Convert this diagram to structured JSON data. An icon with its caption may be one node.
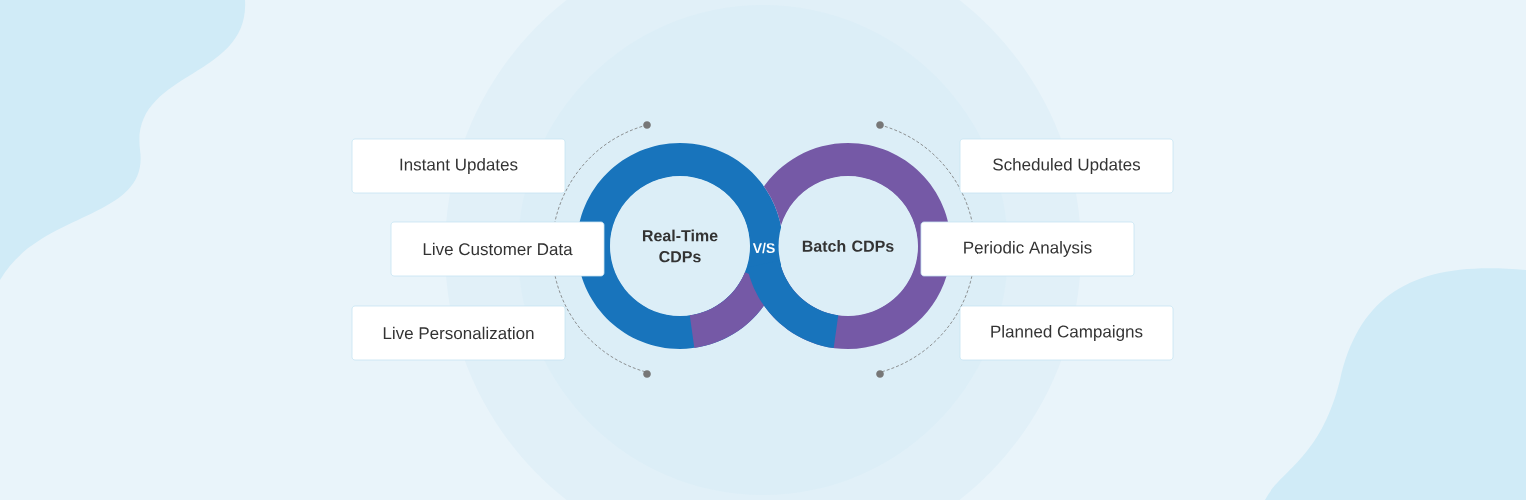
{
  "diagram": {
    "nodes": [
      {
        "text": [
          "Real-Time CDPs"
        ]
      },
      {
        "text": [
          "Batch CDPs"
        ]
      },
      {
        "text": [
          "Instant Updates"
        ]
      },
      {
        "text": [
          "Live Customer Data"
        ]
      },
      {
        "text": [
          "Live Personalization"
        ]
      },
      {
        "text": [
          "Scheduled Updates"
        ]
      },
      {
        "text": [
          "Periodic Analysis"
        ]
      },
      {
        "text": [
          "Planned Campaigns"
        ]
      }
    ],
    "labels": [
      "V/S"
    ]
  }
}
